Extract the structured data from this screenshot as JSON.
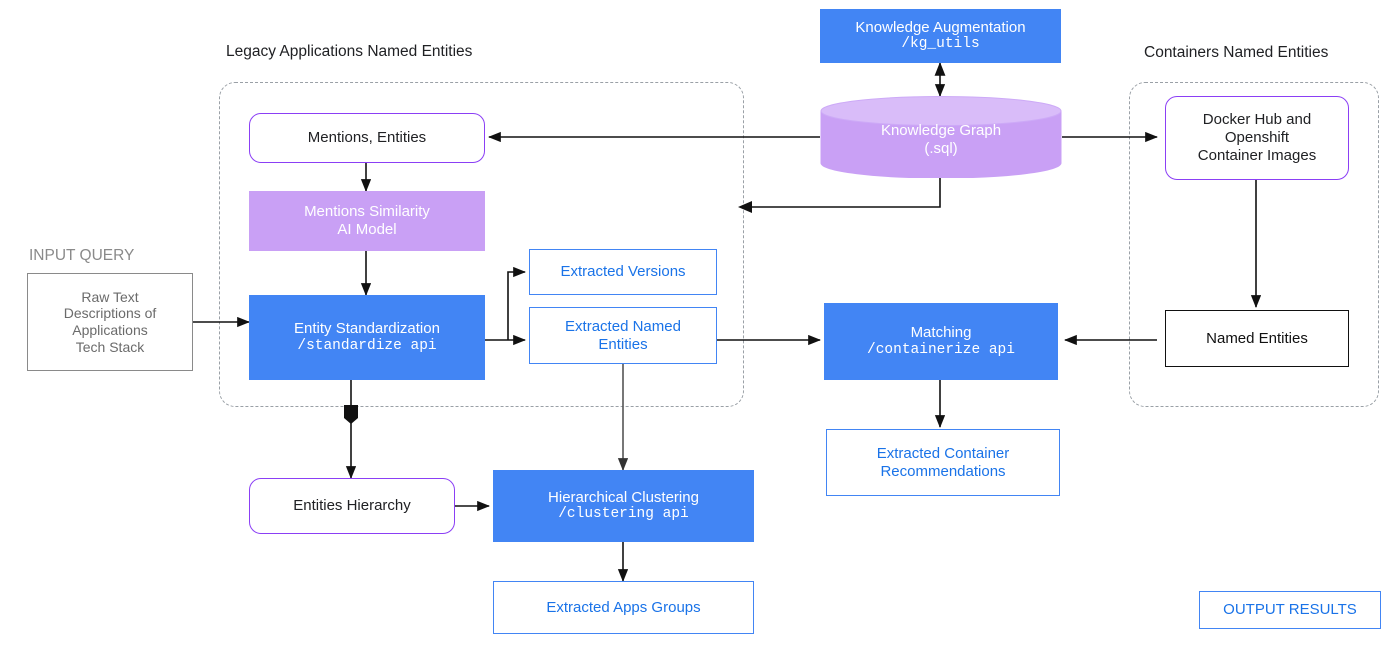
{
  "groups": [
    {
      "title": "Legacy Applications Named Entities"
    },
    {
      "title": "Containers Named Entities"
    }
  ],
  "labels": {
    "input_query": "INPUT QUERY"
  },
  "nodes": {
    "raw_text": {
      "line1": "Raw Text",
      "line2": "Descriptions of",
      "line3": "Applications",
      "line4": "Tech Stack"
    },
    "mentions_entities": {
      "title": "Mentions, Entities"
    },
    "mentions_similarity": {
      "title": "Mentions Similarity",
      "subtitle": "AI Model"
    },
    "entity_standardization": {
      "title": "Entity Standardization",
      "api": "/standardize api"
    },
    "extracted_versions": {
      "title": "Extracted Versions"
    },
    "extracted_named_entities": {
      "line1": "Extracted Named",
      "line2": "Entities"
    },
    "entities_hierarchy": {
      "title": "Entities Hierarchy"
    },
    "hierarchical_clustering": {
      "title": "Hierarchical Clustering",
      "api": "/clustering api"
    },
    "extracted_apps_groups": {
      "title": "Extracted Apps Groups"
    },
    "knowledge_augmentation": {
      "title": "Knowledge Augmentation",
      "api": "/kg_utils"
    },
    "knowledge_graph": {
      "title": "Knowledge Graph",
      "subtitle": "(.sql)"
    },
    "docker_hub": {
      "line1": "Docker Hub and",
      "line2": "Openshift",
      "line3": "Container Images"
    },
    "named_entities": {
      "title": "Named Entities"
    },
    "matching": {
      "title": "Matching",
      "api": "/containerize api"
    },
    "extracted_container_recs": {
      "line1": "Extracted Container",
      "line2": "Recommendations"
    },
    "output_results": {
      "title": "OUTPUT RESULTS"
    }
  },
  "colors": {
    "blue_fill": "#4285f4",
    "blue_text": "#1a73e8",
    "purple_fill": "#c9a0f5",
    "purple_border": "#8b3ff5",
    "gray_text": "#8a8a8a",
    "dashed_border": "#9aa0a6",
    "edge": "#111111"
  }
}
